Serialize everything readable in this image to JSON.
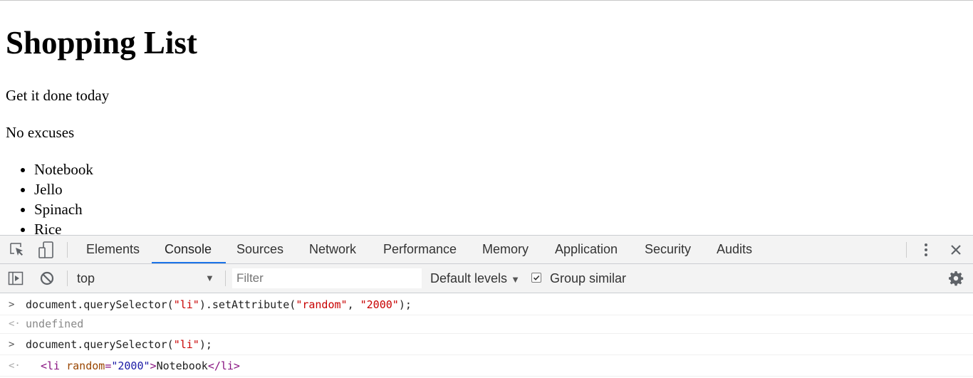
{
  "page": {
    "heading": "Shopping List",
    "paragraphs": [
      "Get it done today",
      "No excuses"
    ],
    "list_items": [
      "Notebook",
      "Jello",
      "Spinach",
      "Rice"
    ]
  },
  "devtools": {
    "tabs": [
      {
        "label": "Elements"
      },
      {
        "label": "Console"
      },
      {
        "label": "Sources"
      },
      {
        "label": "Network"
      },
      {
        "label": "Performance"
      },
      {
        "label": "Memory"
      },
      {
        "label": "Application"
      },
      {
        "label": "Security"
      },
      {
        "label": "Audits"
      }
    ],
    "active_tab": "Console",
    "toolbar": {
      "context": "top",
      "filter_placeholder": "Filter",
      "levels_label": "Default levels",
      "group_similar_label": "Group similar",
      "group_similar_checked": true
    },
    "console": {
      "line1": {
        "p1": "document.querySelector(",
        "s1": "\"li\"",
        "p2": ").setAttribute(",
        "s2": "\"random\"",
        "p3": ", ",
        "s3": "\"2000\"",
        "p4": ");"
      },
      "line2": "undefined",
      "line3": {
        "p1": "document.querySelector(",
        "s1": "\"li\"",
        "p2": ");"
      },
      "line4": {
        "open": "<li",
        "attr_name": "random",
        "eq": "=",
        "attr_value": "\"2000\"",
        "close": ">",
        "text": "Notebook",
        "end_tag": "</li>"
      }
    },
    "icons": [
      "inspect-element-icon",
      "device-toolbar-icon",
      "more-options-icon",
      "close-icon",
      "show-sidebar-icon",
      "clear-console-icon",
      "settings-icon"
    ],
    "accent_color": "#1a73e8"
  }
}
